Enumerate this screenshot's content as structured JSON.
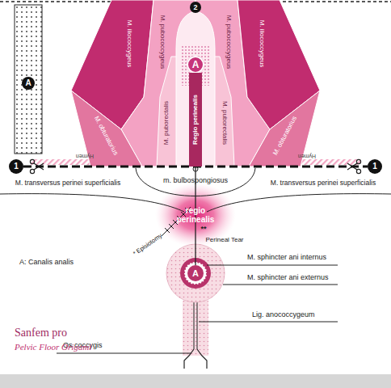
{
  "diagram": {
    "nodes": [
      {
        "text": [
          "2"
        ]
      },
      {
        "text": [
          "A"
        ]
      },
      {
        "text": [
          "M. iliococcygeus"
        ]
      },
      {
        "text": [
          "M. pubococcygeus"
        ]
      },
      {
        "text": [
          "A"
        ]
      },
      {
        "text": [
          "M. pubococcygeus"
        ]
      },
      {
        "text": [
          "M. iliococcygeus"
        ]
      },
      {
        "text": [
          "M. obturatorius"
        ]
      },
      {
        "text": [
          "M. puborectalis"
        ]
      },
      {
        "text": [
          "Regio perinealis"
        ]
      },
      {
        "text": [
          "M. puborectalis"
        ]
      },
      {
        "text": [
          "M. obturatorius"
        ]
      },
      {
        "text": [
          "1"
        ]
      },
      {
        "text": [
          "1"
        ]
      },
      {
        "text": [
          "A"
        ]
      }
    ],
    "edges": [
      {
        "from": 12,
        "to": 13,
        "arrow": "none"
      },
      {
        "from": 9,
        "to": 14,
        "arrow": "none"
      }
    ],
    "labels": [
      "Hymen",
      "Hymen",
      "m. bulbospongiosus",
      "M. transversus perinei superficialis",
      "M. transversus perinei superficialis",
      "regio perinealis",
      "* Episiotomy",
      "**",
      "Perineal Tear",
      "A: Canalis analis",
      "M. sphincter ani internus",
      "M. sphincter ani externus",
      "Lig. anococcygeum",
      "Os coccygis",
      "Sanfem pro",
      "Pelvic Floor Origami"
    ]
  }
}
